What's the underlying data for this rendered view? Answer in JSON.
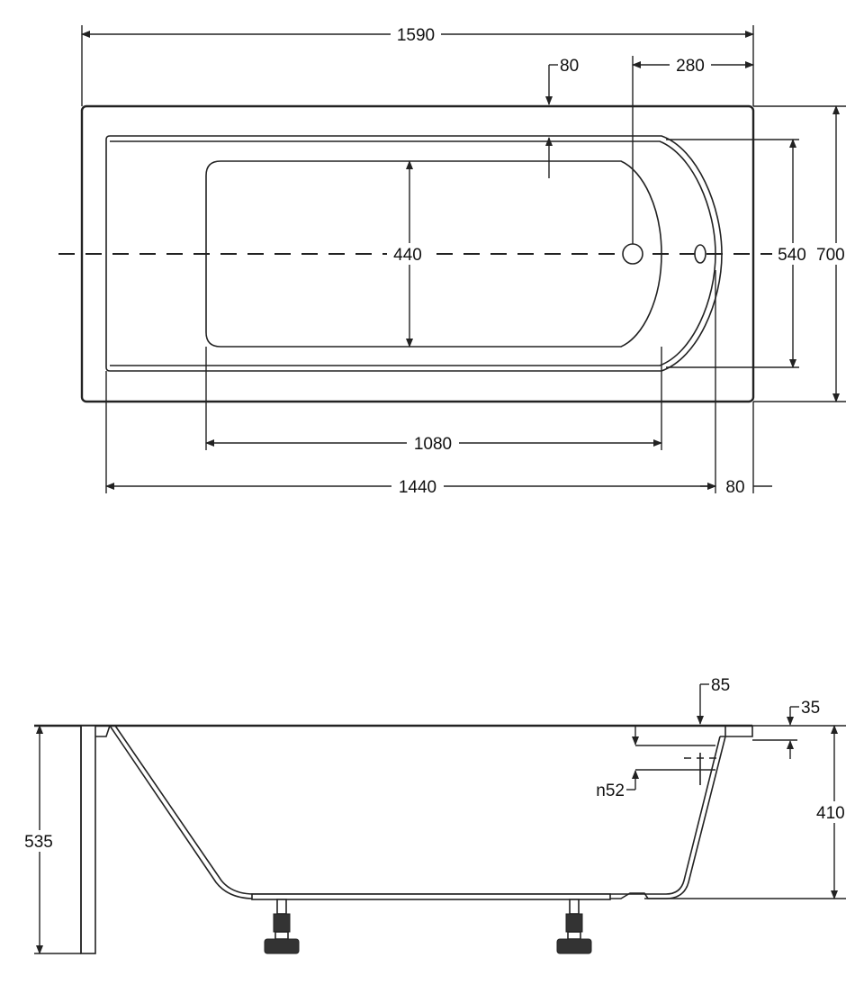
{
  "top_view": {
    "overall_length": "1590",
    "rim_width": "80",
    "drain_offset": "280",
    "bottom_width": "440",
    "inner_width": "540",
    "overall_width": "700",
    "bottom_length": "1080",
    "inner_length": "1440",
    "end_rim": "80"
  },
  "side_view": {
    "rim_depth": "85",
    "lip_height": "35",
    "overflow_diameter": "n52",
    "total_height": "535",
    "tub_depth": "410"
  }
}
